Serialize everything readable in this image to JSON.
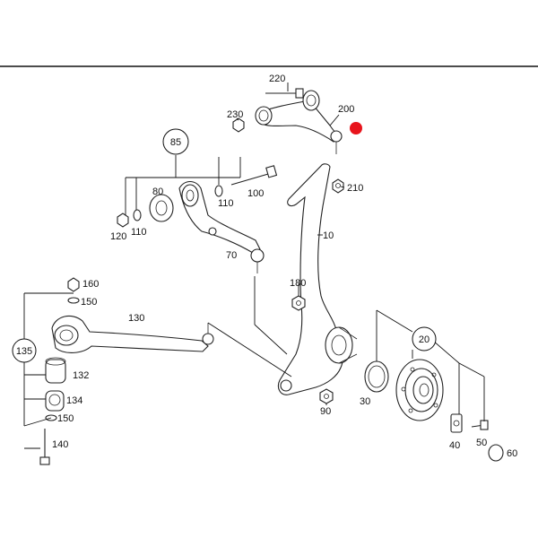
{
  "diagram": {
    "labels": {
      "p10": "10",
      "p20": "20",
      "p30": "30",
      "p40": "40",
      "p50": "50",
      "p60": "60",
      "p70": "70",
      "p80": "80",
      "p85": "85",
      "p90": "90",
      "p100": "100",
      "p110a": "110",
      "p110b": "110",
      "p120": "120",
      "p130": "130",
      "p132": "132",
      "p134": "134",
      "p135": "135",
      "p140": "140",
      "p150a": "150",
      "p150b": "150",
      "p160": "160",
      "p180": "180",
      "p200": "200",
      "p210": "210",
      "p220": "220",
      "p230": "230"
    },
    "marker_color": "#e8141c"
  }
}
